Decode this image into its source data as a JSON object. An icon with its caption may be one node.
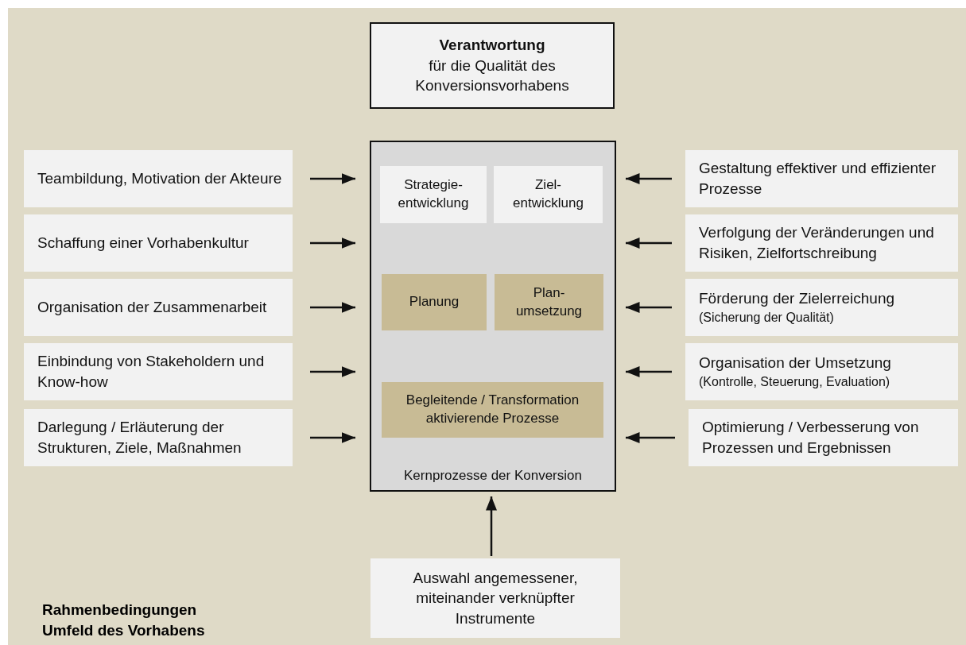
{
  "diagram": {
    "nodes": [
      {
        "text": [
          "Verantwortung",
          "für die Qualität des Konversionsvorhabens"
        ]
      },
      {
        "text": [
          "Teambildung, Motivation der Akteure"
        ]
      },
      {
        "text": [
          "Schaffung einer Vorhabenkultur"
        ]
      },
      {
        "text": [
          "Organisation der Zusammenarbeit"
        ]
      },
      {
        "text": [
          "Einbindung von Stakeholdern und Know-how"
        ]
      },
      {
        "text": [
          "Darlegung / Erläuterung der Strukturen, Ziele, Maßnahmen"
        ]
      },
      {
        "text": [
          "Kernprozesse der Konversion"
        ]
      },
      {
        "text": [
          "Strategie- entwicklung"
        ],
        "in": 6
      },
      {
        "text": [
          "Ziel- entwicklung"
        ],
        "in": 6
      },
      {
        "text": [
          "Planung"
        ],
        "in": 6
      },
      {
        "text": [
          "Plan- umsetzung"
        ],
        "in": 6
      },
      {
        "text": [
          "Begleitende / Transformation aktivierende Prozesse"
        ],
        "in": 6
      },
      {
        "text": [
          "Gestaltung effektiver und effizienter Prozesse"
        ]
      },
      {
        "text": [
          "Verfolgung der Veränderungen und Risiken, Zielfortschreibung"
        ]
      },
      {
        "text": [
          "Förderung der Zielerreichung",
          "(Sicherung der Qualität)"
        ]
      },
      {
        "text": [
          "Organisation der Umsetzung",
          "(Kontrolle, Steuerung, Evaluation)"
        ]
      },
      {
        "text": [
          "Optimierung / Verbesserung von Prozessen und Ergebnissen"
        ]
      },
      {
        "text": [
          "Auswahl angemessener, miteinander verknüpfter Instrumente"
        ]
      }
    ],
    "edges": [
      {
        "from": 1,
        "to": 6,
        "arrow": "to"
      },
      {
        "from": 2,
        "to": 6,
        "arrow": "to"
      },
      {
        "from": 3,
        "to": 6,
        "arrow": "to"
      },
      {
        "from": 4,
        "to": 6,
        "arrow": "to"
      },
      {
        "from": 5,
        "to": 6,
        "arrow": "to"
      },
      {
        "from": 12,
        "to": 6,
        "arrow": "to"
      },
      {
        "from": 13,
        "to": 6,
        "arrow": "to"
      },
      {
        "from": 14,
        "to": 6,
        "arrow": "to"
      },
      {
        "from": 15,
        "to": 6,
        "arrow": "to"
      },
      {
        "from": 16,
        "to": 6,
        "arrow": "to"
      },
      {
        "from": 17,
        "to": 6,
        "arrow": "to"
      }
    ],
    "labels": [
      "Rahmenbedingungen Umfeld des Vorhabens"
    ]
  }
}
